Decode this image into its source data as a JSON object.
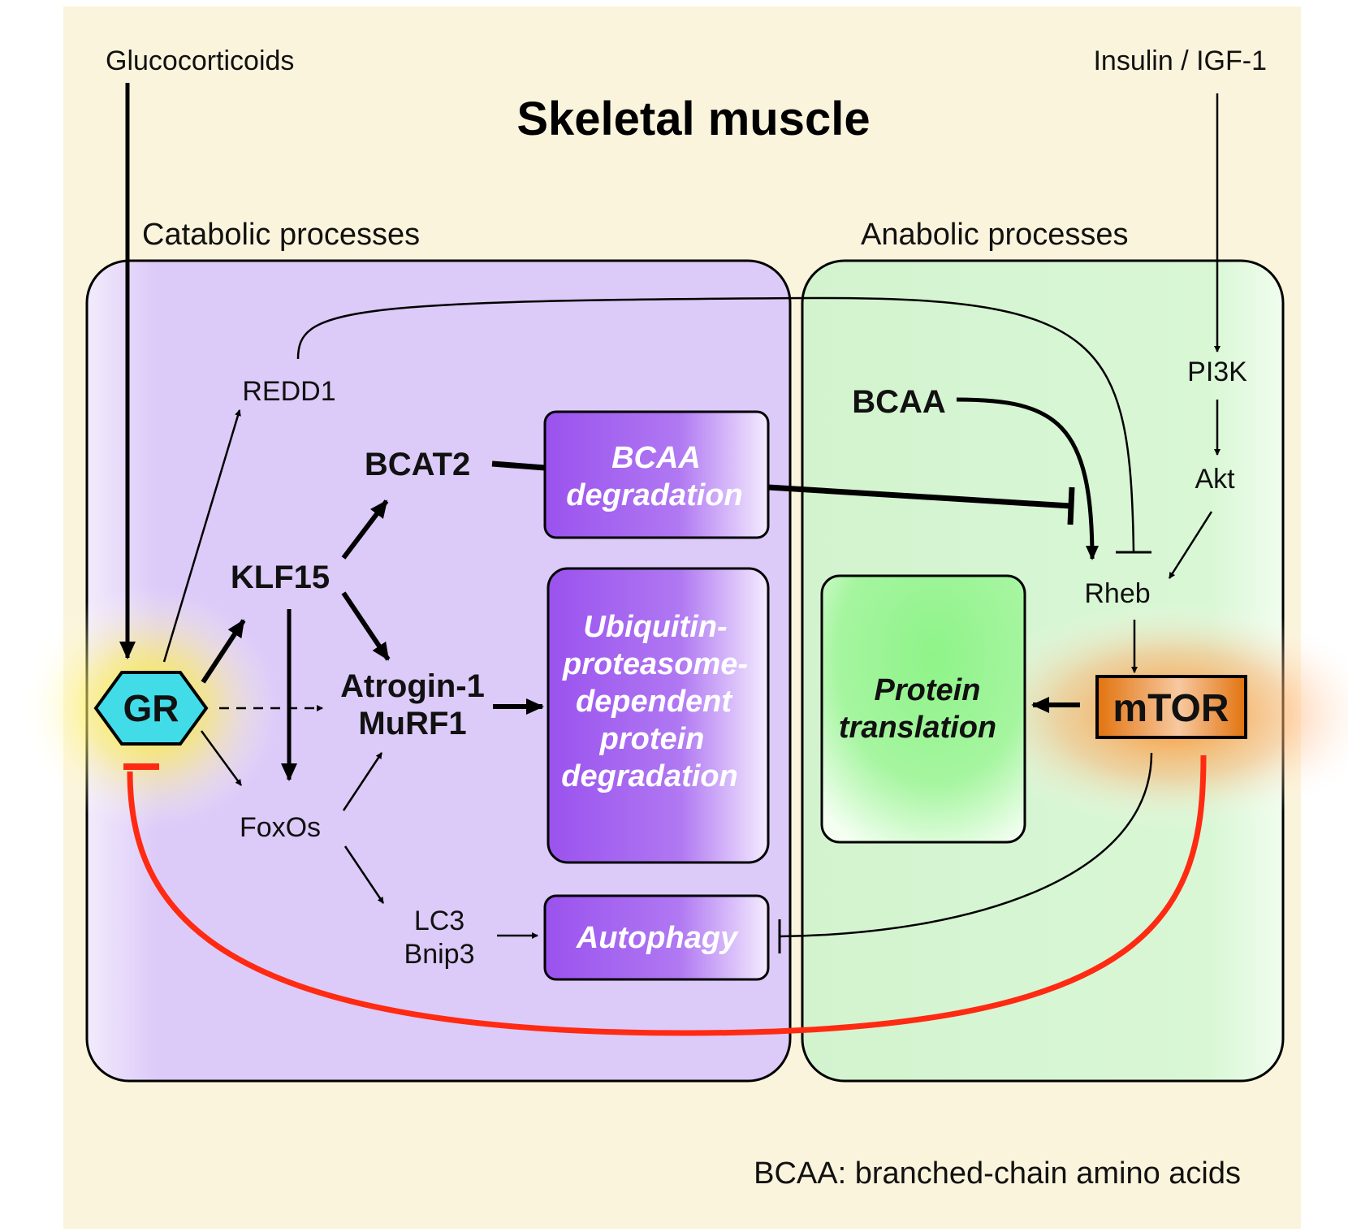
{
  "title": "Skeletal muscle",
  "inputs": {
    "glucocorticoids": "Glucocorticoids",
    "insulin": "Insulin / IGF-1"
  },
  "sections": {
    "catabolic": "Catabolic processes",
    "anabolic": "Anabolic processes"
  },
  "nodes": {
    "gr": "GR",
    "redd1": "REDD1",
    "klf15": "KLF15",
    "bcat2": "BCAT2",
    "foxos": "FoxOs",
    "atrogin": "Atrogin-1",
    "murf1": "MuRF1",
    "lc3": "LC3",
    "bnip3": "Bnip3",
    "bcaa": "BCAA",
    "pi3k": "PI3K",
    "akt": "Akt",
    "rheb": "Rheb",
    "mtor": "mTOR"
  },
  "process_boxes": {
    "bcaa_degradation": [
      "BCAA",
      "degradation"
    ],
    "ups": [
      "Ubiquitin-",
      "proteasome-",
      "dependent",
      "protein",
      "degradation"
    ],
    "autophagy": [
      "Autophagy"
    ],
    "protein_translation": [
      "Protein",
      "translation"
    ]
  },
  "footnote": "BCAA: branched-chain amino acids",
  "colors": {
    "background": "#fbf4dc",
    "catabolic_panel": "#dccaf8",
    "anabolic_panel": "#d6f5d2",
    "purple_box": "#9a52ee",
    "green_box": "#8ef488",
    "gr_fill": "#42dce8",
    "mtor_fill": "#e2730e",
    "feedback_line": "#ff2a12"
  }
}
